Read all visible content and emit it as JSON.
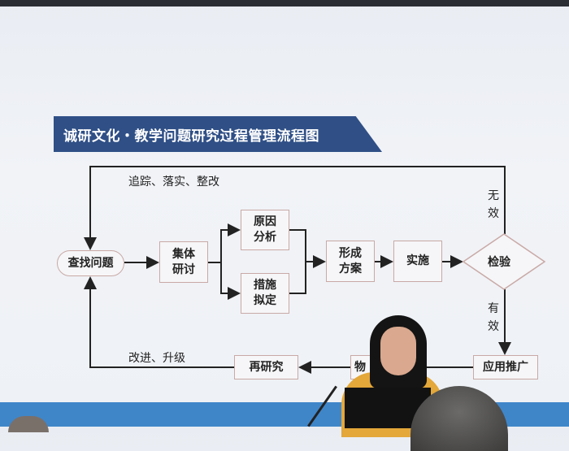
{
  "title": "诚研文化・教学问题研究过程管理流程图",
  "nodes": {
    "find": "查找问题",
    "discuss": "集体研讨",
    "cause": "原因分析",
    "measure": "措施拟定",
    "plan": "形成方案",
    "implement": "实施",
    "check": "检验",
    "apply": "应用推广",
    "materialize": "物",
    "restudy": "再研究"
  },
  "edge_labels": {
    "top": "追踪、落实、整改",
    "invalid": "无效",
    "valid": "有效",
    "bottom": "改进、升级"
  },
  "colors": {
    "banner": "#2f4f86",
    "band": "#3f86c9"
  }
}
